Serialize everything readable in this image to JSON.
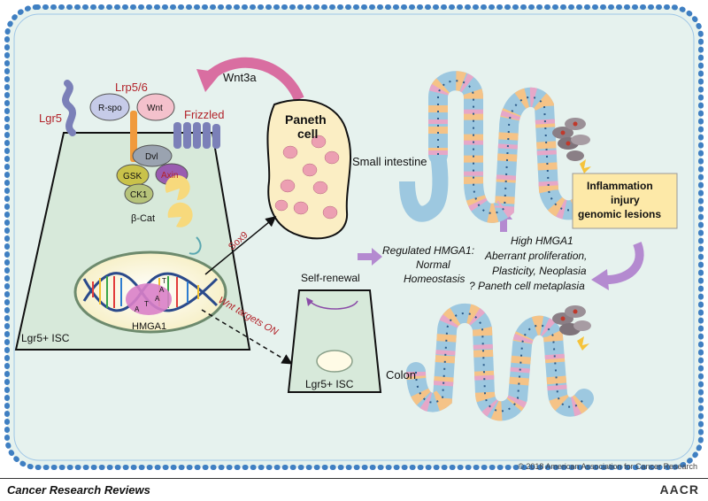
{
  "labels": {
    "lrp": "Lrp5/6",
    "wnt3a": "Wnt3a",
    "lgr5": "Lgr5",
    "rspo": "R-spo",
    "wnt": "Wnt",
    "frizzled": "Frizzled",
    "dvl": "Dvl",
    "gsk": "GSK",
    "axin": "Axin",
    "ck1": "CK1",
    "bcat": "β-Cat",
    "hmga1": "HMGA1",
    "lgr5_isc": "Lgr5+ ISC",
    "paneth_cell_line1": "Paneth",
    "paneth_cell_line2": "cell",
    "sox9": "Sox9",
    "wnt_targets": "Wnt targets ON",
    "self_renewal": "Self-renewal",
    "lgr5_isc_small": "Lgr5+ ISC",
    "small_intestine": "Small intestine",
    "colon": "Colon",
    "regulated_l1": "Regulated HMGA1:",
    "regulated_l2": "Normal",
    "regulated_l3": "Homeostasis",
    "high_l1": "High HMGA1",
    "high_l2": "Aberrant proliferation,",
    "high_l3": "Plasticity, Neoplasia",
    "high_l4": "? Paneth cell metaplasia",
    "inflam_l1": "Inflammation",
    "inflam_l2": "injury",
    "inflam_l3": "genomic lesions",
    "dna_letters": [
      "A",
      "T",
      "A",
      "A",
      "T"
    ]
  },
  "footer": {
    "copyright": "© 2018 American Association for Cancer Research",
    "journal": "Cancer Research Reviews",
    "logo": "AACR"
  },
  "colors": {
    "membrane": "#3f7fc2",
    "panel_bg": "#e6f2ee",
    "isc_fill": "#d7e9da",
    "paneth_fill": "#fbeec4",
    "red_label": "#b2232a",
    "arrow_purple": "#b48ad0",
    "wnt3a_arrow": "#d96ea1",
    "inflam_box": "#fde9a8"
  }
}
